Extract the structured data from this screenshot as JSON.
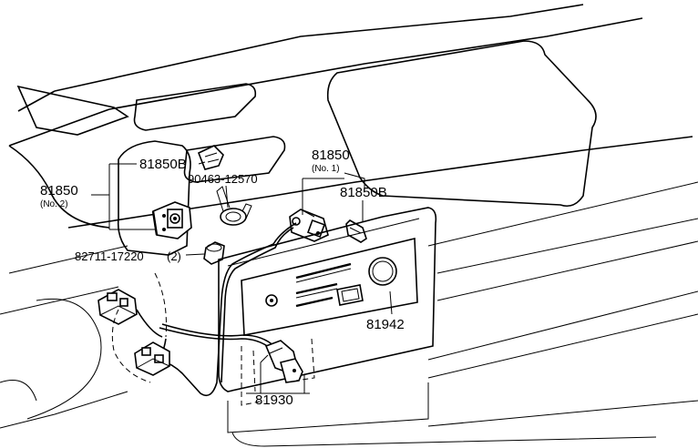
{
  "callouts": {
    "bracket_left_main": "81850B",
    "bracket_left_parent": "81850",
    "bracket_left_parent_sub": "(No. 2)",
    "bolt": "90463-12570",
    "clip": "82711-17220",
    "clip_qty": "(2)",
    "bracket_right_parent": "81850",
    "bracket_right_parent_sub": "(No. 1)",
    "bracket_right_main": "81850B",
    "panel": "81942",
    "harness": "81930"
  },
  "colors": {
    "ink": "#000000",
    "paper": "#ffffff"
  }
}
